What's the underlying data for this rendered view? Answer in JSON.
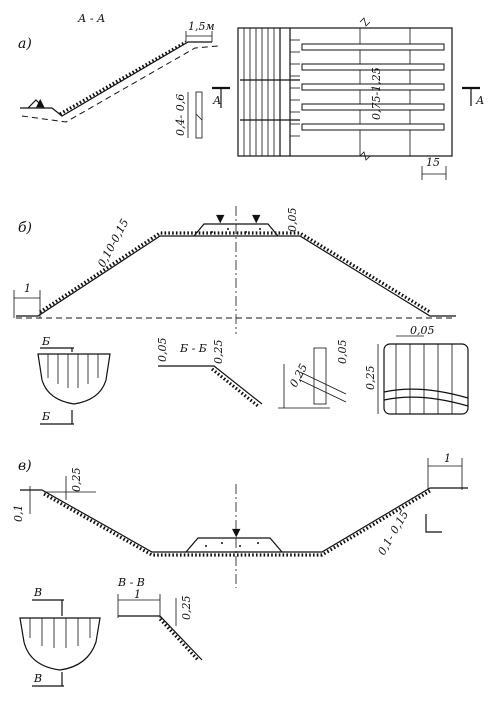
{
  "panel_a": {
    "letter": "а)",
    "section_label": "А - А",
    "dim_top": "1,5м",
    "dim_side": "0,4- 0,6",
    "dim_vert": "0,75-1,25",
    "dim_bottom": "15",
    "section_mark_left": "А",
    "section_mark_right": "А"
  },
  "panel_b": {
    "letter": "б)",
    "dim_slope": "0,10-0,15",
    "dim_crest": "0,05",
    "dim_base": "1",
    "section_mark_top": "Б",
    "section_mark_bottom": "Б",
    "section_label": "Б - Б",
    "detail_dim_1": "0,05",
    "detail_dim_2": "0,25",
    "detail2_dim_1": "0,25",
    "detail2_dim_2": "0,05",
    "detail3_dim_top": "0,05",
    "detail3_dim_side": "0,25"
  },
  "panel_v": {
    "letter": "в)",
    "dim_left_1": "0,25",
    "dim_left_2": "0,1",
    "dim_right_top": "1",
    "dim_slope": "0,1- 0,15",
    "section_mark_top": "В",
    "section_mark_bottom": "В",
    "section_label": "В - В",
    "detail_dim_1": "1",
    "detail_dim_2": "0,25"
  }
}
